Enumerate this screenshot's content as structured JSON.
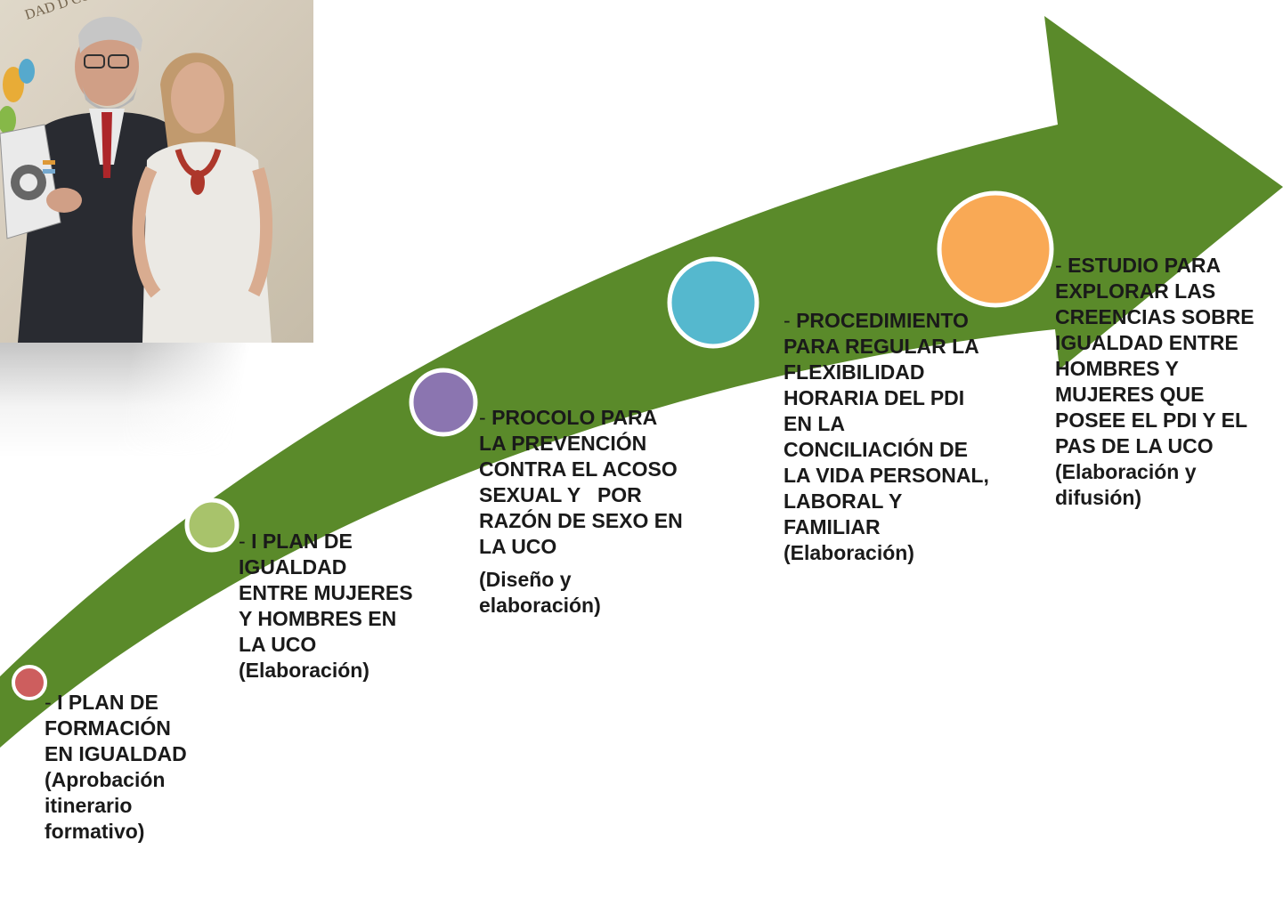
{
  "colors": {
    "arrow": "#5a8a2a",
    "node1": "#cd5e5e",
    "node2": "#a8c36b",
    "node3": "#8b75b0",
    "node4": "#55b8ce",
    "node5": "#f9a955",
    "node_border": "#ffffff"
  },
  "photo": {
    "icon": "photo-of-two-people-reading-equality-brochure",
    "logo_text": "DAD D CÓRDOBA"
  },
  "milestones": [
    {
      "node_color": "#cd5e5e",
      "dash": "-",
      "title_lines": [
        "I PLAN DE",
        "FORMACIÓN",
        "EN IGUALDAD"
      ],
      "note_lines": [
        "(Aprobación",
        "itinerario",
        "formativo)"
      ]
    },
    {
      "node_color": "#a8c36b",
      "dash": "-",
      "title_lines": [
        "I PLAN DE",
        "IGUALDAD",
        "ENTRE MUJERES",
        "Y HOMBRES EN",
        "LA UCO"
      ],
      "note_lines": [
        "(Elaboración)"
      ]
    },
    {
      "node_color": "#8b75b0",
      "dash": "-",
      "title_lines": [
        "PROCOLO PARA",
        "LA PREVENCIÓN",
        "CONTRA EL ACOSO",
        "SEXUAL Y   POR",
        "RAZÓN DE SEXO EN",
        "LA UCO"
      ],
      "note_lines": [
        "(Diseño y",
        "elaboración)"
      ]
    },
    {
      "node_color": "#55b8ce",
      "dash": "-",
      "title_lines": [
        "PROCEDIMIENTO",
        "PARA REGULAR LA",
        "FLEXIBILIDAD",
        "HORARIA DEL PDI",
        "EN LA",
        "CONCILIACIÓN DE",
        "LA VIDA PERSONAL,",
        "LABORAL Y",
        "FAMILIAR"
      ],
      "note_lines": [
        "(Elaboración)"
      ]
    },
    {
      "node_color": "#f9a955",
      "dash": "-",
      "title_lines": [
        "ESTUDIO PARA",
        "EXPLORAR LAS",
        "CREENCIAS SOBRE",
        "IGUALDAD ENTRE",
        "HOMBRES Y",
        "MUJERES QUE",
        "POSEE EL PDI Y EL",
        "PAS DE LA UCO"
      ],
      "note_lines": [
        "(Elaboración y",
        "difusión)"
      ]
    }
  ]
}
